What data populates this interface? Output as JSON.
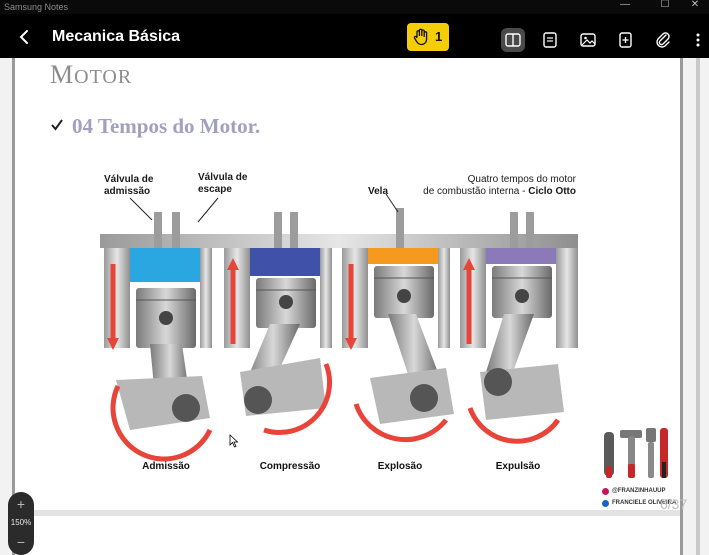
{
  "os": {
    "app_name": "Samsung Notes",
    "controls": {
      "minimize": "—",
      "maximize": "☐",
      "close": "✕"
    }
  },
  "toolbar": {
    "back_icon": "back-chevron-icon",
    "title": "Mecanica Básica",
    "raise_hand": {
      "icon": "hand-icon",
      "count": "1",
      "color": "#f5cd06"
    },
    "icons": [
      "book-view-icon",
      "text-view-icon",
      "image-icon",
      "add-page-icon",
      "attach-icon",
      "more-icon"
    ]
  },
  "slide": {
    "title_first": "M",
    "title_rest": "OTOR",
    "bullet": "04 Tempos do Motor.",
    "diagram": {
      "label_intake_valve": [
        "Válvula de",
        "admissão"
      ],
      "label_exhaust_valve": [
        "Válvula de",
        "escape"
      ],
      "label_spark_plug": "Vela",
      "caption_line1": "Quatro tempos do motor",
      "caption_line2_prefix": "de combustão interna - ",
      "caption_line2_bold": "Ciclo Otto",
      "strokes": [
        "Admissão",
        "Compressão",
        "Explosão",
        "Expulsão"
      ],
      "colors": {
        "intake": "#2aa6e0",
        "compression": "#3f51a8",
        "explosion": "#f59a1e",
        "exhaust": "#8c7ab8",
        "arrow": "#e8443a"
      }
    }
  },
  "zoom": {
    "plus": "+",
    "value": "150%",
    "minus": "−"
  },
  "page_indicator": "6/37",
  "watermark": {
    "handle": "@FRANZINHAUUP",
    "name": "FRANCIELE OLIVEIRA"
  }
}
